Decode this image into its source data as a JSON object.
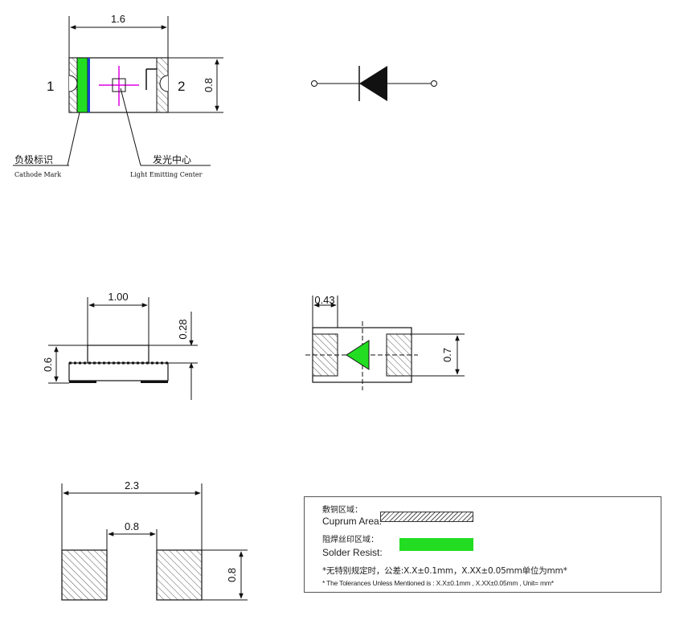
{
  "top_view": {
    "length_dim": "1.6",
    "width_dim": "0.8",
    "pin_1": "1",
    "pin_2": "2",
    "cathode_mark_cn": "负极标识",
    "cathode_mark_en": "Cathode Mark",
    "emitting_center_cn": "发光中心",
    "emitting_center_en": "Light Emitting Center"
  },
  "side_view": {
    "lens_width_dim": "1.00",
    "lens_height_dim": "0.28",
    "total_height_dim": "0.6"
  },
  "bottom_view": {
    "pad_width_dim": "0.43",
    "width_dim": "0.7"
  },
  "footprint": {
    "total_length_dim": "2.3",
    "gap_dim": "0.8",
    "pad_height_dim": "0.8"
  },
  "legend": {
    "cuprum_cn": "敷铜区域：",
    "cuprum_en": "Cuprum Area:",
    "solder_cn": "阻焊丝印区域：",
    "solder_en": "Solder Resist:",
    "tolerance_cn": "*无特别规定时，公差:X.X±0.1mm，X.XX±0.05mm单位为mm*",
    "tolerance_en": "* The Tolerances Unless Mentioned is : X.X±0.1mm ,  X.XX±0.05mm , Unit= mm*"
  },
  "colors": {
    "solder_green": "#22dd22",
    "marker_magenta": "#e000e0",
    "stripe_blue": "#1a3fd0"
  }
}
